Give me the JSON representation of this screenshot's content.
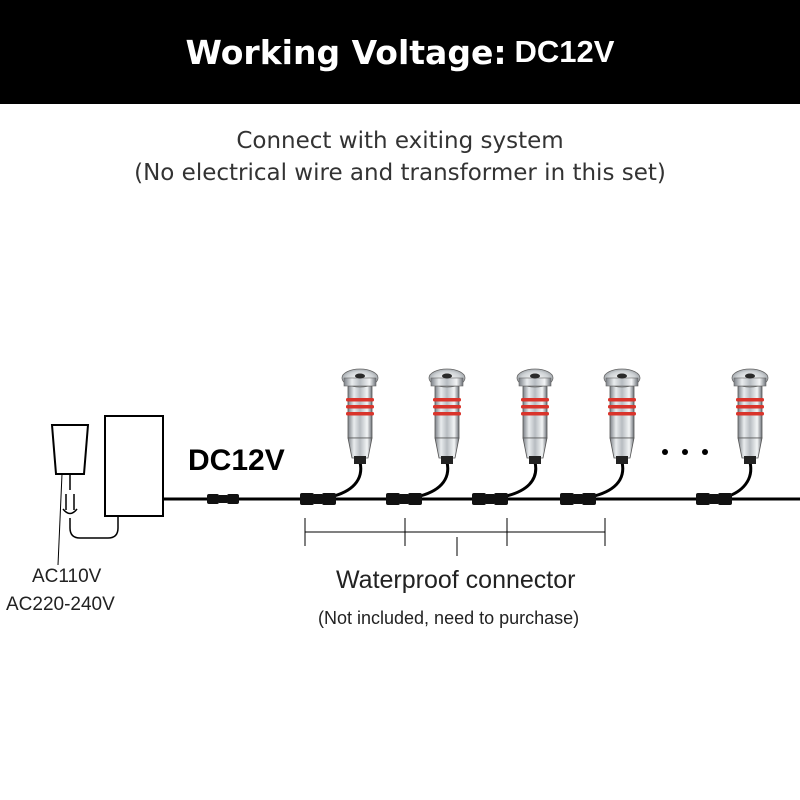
{
  "header": {
    "title_label": "Working Voltage:",
    "title_value": "DC12V"
  },
  "subtitle": {
    "line1": "Connect with exiting system",
    "line2": "(No electrical wire and transformer in this set)"
  },
  "diagram": {
    "dc_label": "DC12V",
    "ellipsis": "· · ·",
    "ac_line1": "AC110V",
    "ac_line2": "AC220-240V",
    "connector_label": "Waterproof connector",
    "connector_note": "(Not included, need to purchase)",
    "lamp_count": 5,
    "colors": {
      "ring": "#d9342b",
      "steel": "#c8ccd0",
      "cable": "#000000"
    }
  }
}
